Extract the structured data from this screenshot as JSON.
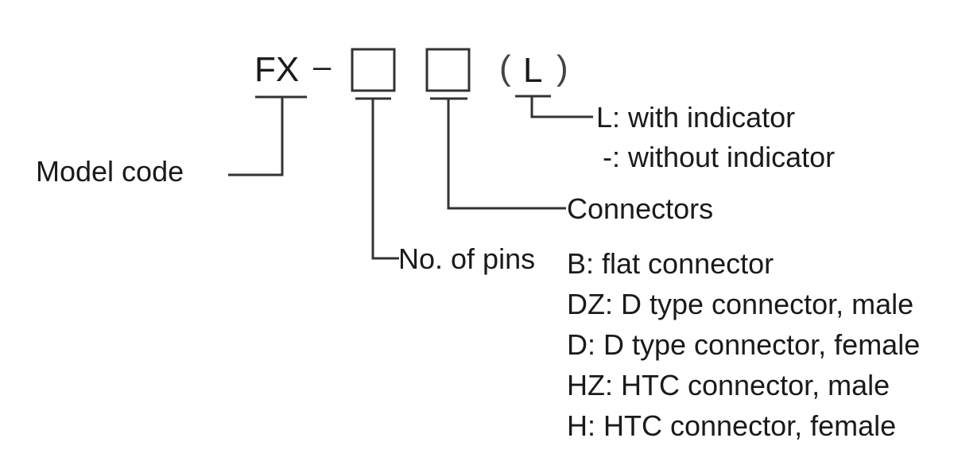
{
  "diagram": {
    "model_prefix": "FX",
    "dash": "–",
    "paren_open": "(",
    "indicator_letter": "L",
    "paren_close": ")",
    "labels": {
      "model_code": "Model code",
      "no_of_pins": "No. of pins",
      "connectors": "Connectors",
      "indicator_with": "L: with indicator",
      "indicator_without": "-: without indicator"
    },
    "connector_options": [
      "B: flat connector",
      "DZ: D type connector, male",
      "D: D type connector, female",
      "HZ: HTC connector, male",
      "H: HTC connector, female"
    ],
    "colors": {
      "ink": "#1a1a1a",
      "line": "#333333",
      "background": "#ffffff"
    }
  }
}
